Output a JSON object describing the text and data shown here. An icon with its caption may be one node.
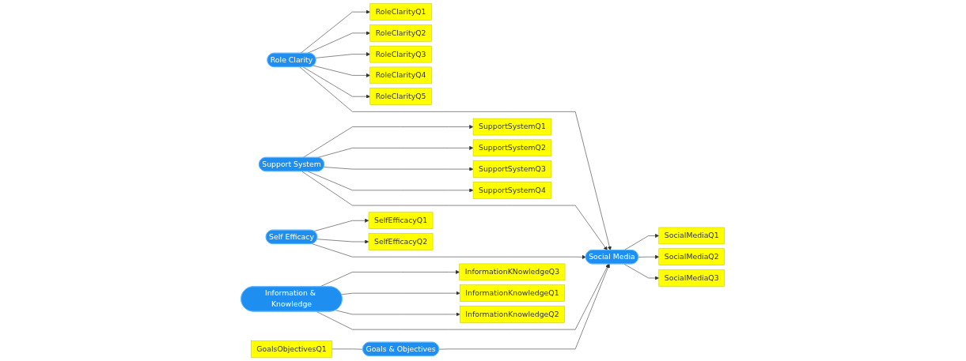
{
  "diagram": {
    "nodes": [
      {
        "text": [
          "RoleClarityQ1"
        ]
      },
      {
        "text": [
          "RoleClarityQ2"
        ]
      },
      {
        "text": [
          "RoleClarityQ3"
        ]
      },
      {
        "text": [
          "RoleClarityQ4"
        ]
      },
      {
        "text": [
          "RoleClarityQ5"
        ]
      },
      {
        "text": [
          "Role Clarity"
        ]
      },
      {
        "text": [
          "GoalsObjectivesQ1"
        ]
      },
      {
        "text": [
          "Goals & Objectives"
        ]
      },
      {
        "text": [
          "SupportSystemQ1"
        ]
      },
      {
        "text": [
          "SupportSystemQ2"
        ]
      },
      {
        "text": [
          "SupportSystemQ3"
        ]
      },
      {
        "text": [
          "SupportSystemQ4"
        ]
      },
      {
        "text": [
          "Support System"
        ]
      },
      {
        "text": [
          "Social Media"
        ]
      },
      {
        "text": [
          "SocialMediaQ1"
        ]
      },
      {
        "text": [
          "SocialMediaQ2"
        ]
      },
      {
        "text": [
          "SocialMediaQ3"
        ]
      },
      {
        "text": [
          "SelfEfficacyQ1"
        ]
      },
      {
        "text": [
          "SelfEfficacyQ2"
        ]
      },
      {
        "text": [
          "Self Efficacy"
        ]
      },
      {
        "text": [
          "InformationKNowledgeQ3"
        ]
      },
      {
        "text": [
          "InformationKnowledgeQ1"
        ]
      },
      {
        "text": [
          "InformationKnowledgeQ2"
        ]
      },
      {
        "text": [
          "Information & Knowledge"
        ]
      }
    ],
    "edges": [
      {
        "from": 5,
        "to": 0,
        "arrow": "to"
      },
      {
        "from": 5,
        "to": 1,
        "arrow": "to"
      },
      {
        "from": 5,
        "to": 2,
        "arrow": "to"
      },
      {
        "from": 5,
        "to": 3,
        "arrow": "to"
      },
      {
        "from": 5,
        "to": 4,
        "arrow": "to"
      },
      {
        "from": 5,
        "to": 13,
        "arrow": "to"
      },
      {
        "from": 6,
        "to": 7,
        "arrow": "none"
      },
      {
        "from": 7,
        "to": 13,
        "arrow": "to"
      },
      {
        "from": 12,
        "to": 8,
        "arrow": "to"
      },
      {
        "from": 12,
        "to": 9,
        "arrow": "to"
      },
      {
        "from": 12,
        "to": 10,
        "arrow": "to"
      },
      {
        "from": 12,
        "to": 11,
        "arrow": "to"
      },
      {
        "from": 12,
        "to": 13,
        "arrow": "to"
      },
      {
        "from": 13,
        "to": 14,
        "arrow": "to"
      },
      {
        "from": 13,
        "to": 15,
        "arrow": "to"
      },
      {
        "from": 13,
        "to": 16,
        "arrow": "to"
      },
      {
        "from": 19,
        "to": 17,
        "arrow": "to"
      },
      {
        "from": 19,
        "to": 18,
        "arrow": "to"
      },
      {
        "from": 19,
        "to": 13,
        "arrow": "to"
      },
      {
        "from": 23,
        "to": 20,
        "arrow": "to"
      },
      {
        "from": 23,
        "to": 21,
        "arrow": "to"
      },
      {
        "from": 23,
        "to": 22,
        "arrow": "to"
      },
      {
        "from": 23,
        "to": 13,
        "arrow": "to"
      }
    ]
  }
}
